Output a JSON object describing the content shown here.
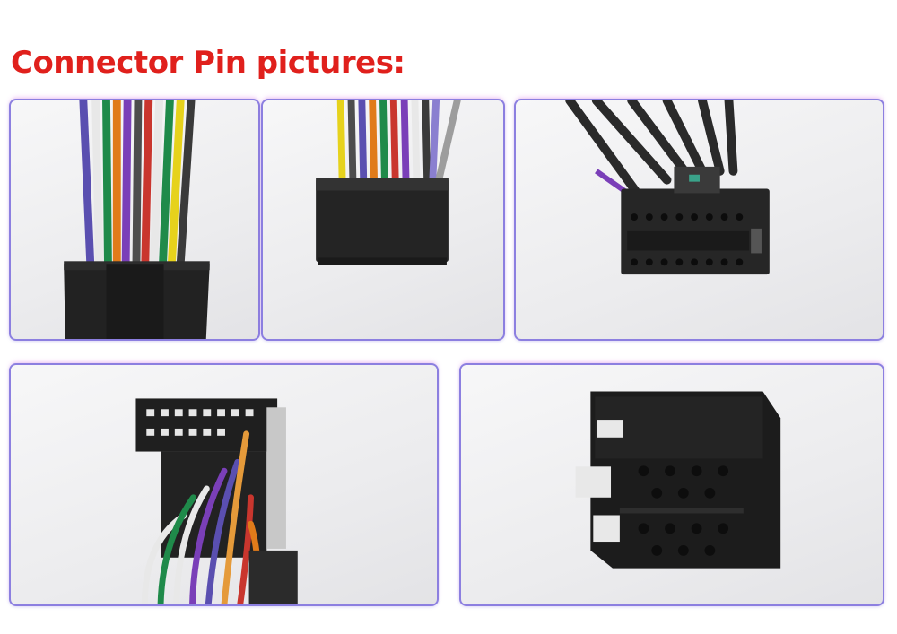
{
  "page": {
    "title": "Connector Pin pictures:",
    "title_color": "#e0201c",
    "frame_color": "#8c7fe0"
  },
  "photos": [
    {
      "subject": "16-pin connector with colored wires, angled view"
    },
    {
      "subject": "16-pin connector with colored wires, side view"
    },
    {
      "subject": "16-pin connector face showing pin sockets"
    },
    {
      "subject": "ISO connector rear with colored wires"
    },
    {
      "subject": "ISO connector face showing pin sockets"
    }
  ]
}
